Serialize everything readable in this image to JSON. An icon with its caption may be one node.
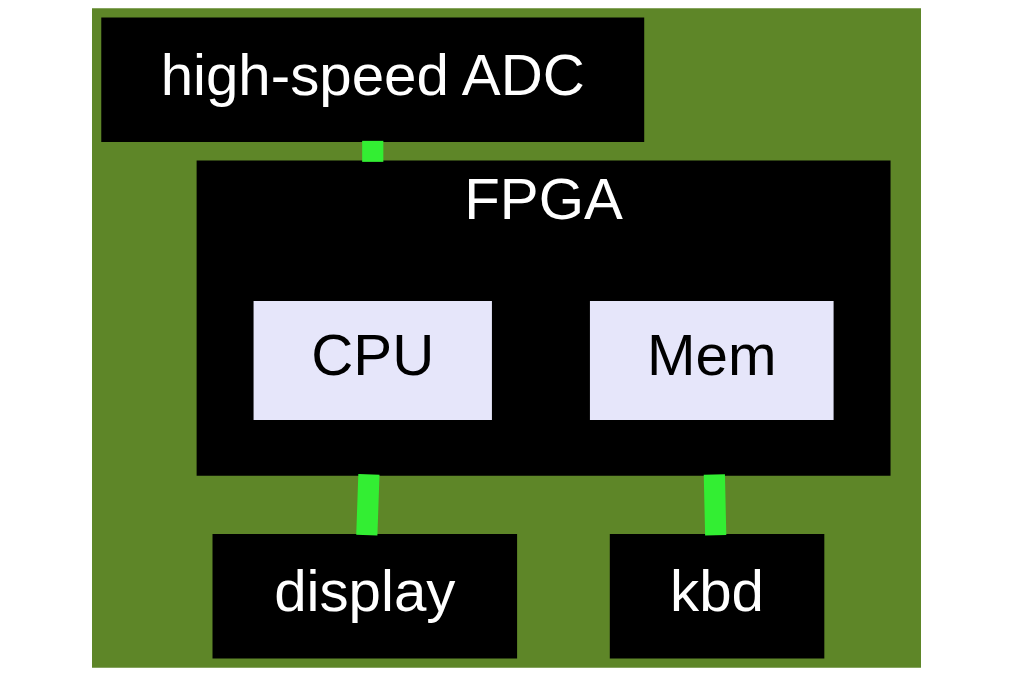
{
  "diagram": {
    "nodes": [
      {
        "text": [
          "high-speed ADC"
        ]
      },
      {
        "text": [
          "FPGA"
        ]
      },
      {
        "text": [
          "CPU"
        ],
        "in": 1
      },
      {
        "text": [
          "Mem"
        ],
        "in": 1
      },
      {
        "text": [
          "display"
        ]
      },
      {
        "text": [
          "kbd"
        ]
      }
    ],
    "edges": [
      {
        "from": 0,
        "to": 1,
        "arrow": "none"
      },
      {
        "from": 1,
        "to": 4,
        "arrow": "none"
      },
      {
        "from": 1,
        "to": 5,
        "arrow": "none"
      }
    ]
  }
}
